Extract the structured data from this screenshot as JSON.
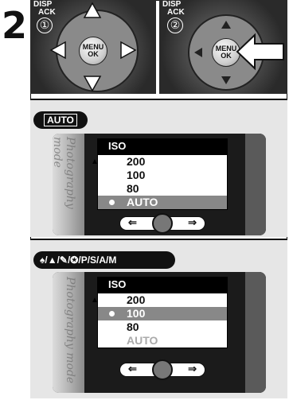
{
  "step": {
    "number": "2"
  },
  "photo1": {
    "circled_num": "①",
    "menu_label_top": "MENU",
    "menu_label_bottom": "OK",
    "disp_label": "DISP",
    "back_label": "ACK"
  },
  "photo2": {
    "circled_num": "②",
    "menu_label_top": "MENU",
    "menu_label_bottom": "OK",
    "disp_label": "DISP",
    "back_label": "ACK"
  },
  "panel1": {
    "mode_label": "AUTO",
    "menu_title": "ISO",
    "items": [
      "200",
      "100",
      "80",
      "AUTO"
    ],
    "selected": "AUTO",
    "nav": {
      "left": "⇐",
      "right": "⇒"
    }
  },
  "panel2": {
    "mode_label": "♠/▲/✎/✪/P/S/A/M",
    "menu_title": "ISO",
    "items": [
      "200",
      "100",
      "80",
      "AUTO"
    ],
    "selected": "100",
    "nav": {
      "left": "⇐",
      "right": "⇒"
    }
  },
  "side_text": "Photography mode",
  "colors": {
    "highlight": "#888888",
    "frame": "#1b1b1b",
    "camera": "#3a3a3a"
  }
}
